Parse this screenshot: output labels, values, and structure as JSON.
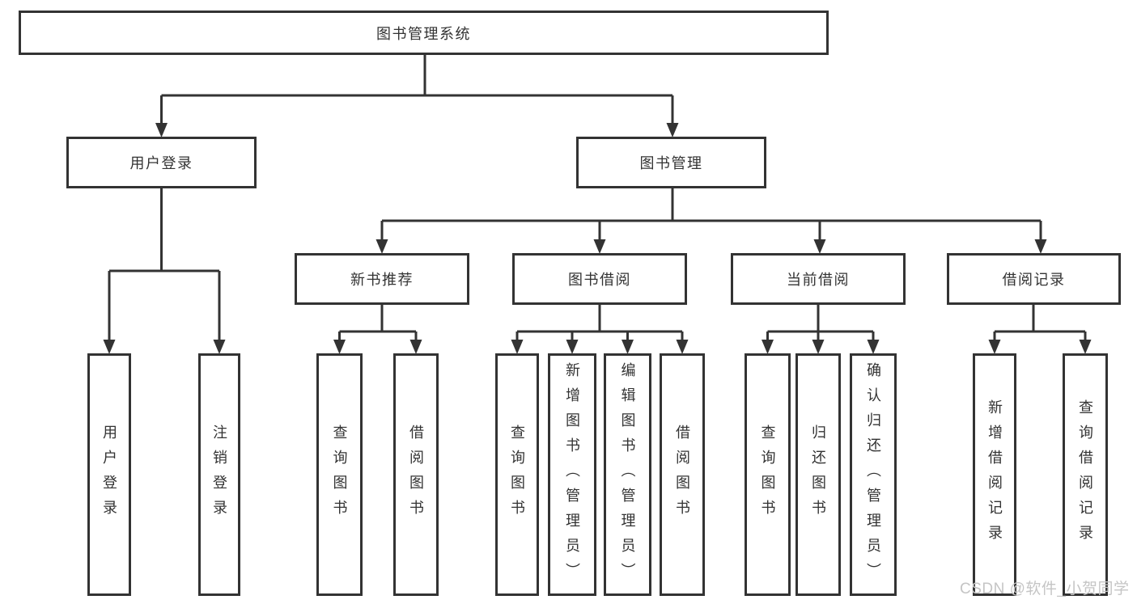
{
  "diagram": {
    "title": "图书管理系统",
    "root": {
      "label": "图书管理系统"
    },
    "level2": [
      {
        "label": "用户登录"
      },
      {
        "label": "图书管理"
      }
    ],
    "level3": [
      {
        "label": "新书推荐"
      },
      {
        "label": "图书借阅"
      },
      {
        "label": "当前借阅"
      },
      {
        "label": "借阅记录"
      }
    ],
    "leaves": [
      {
        "label": "用户登录",
        "parent": "用户登录"
      },
      {
        "label": "注销登录",
        "parent": "用户登录"
      },
      {
        "label": "查询图书",
        "parent": "新书推荐"
      },
      {
        "label": "借阅图书",
        "parent": "新书推荐"
      },
      {
        "label": "查询图书",
        "parent": "图书借阅"
      },
      {
        "label": "新增图书（管理员）",
        "parent": "图书借阅"
      },
      {
        "label": "编辑图书（管理员）",
        "parent": "图书借阅"
      },
      {
        "label": "借阅图书",
        "parent": "图书借阅"
      },
      {
        "label": "查询图书",
        "parent": "当前借阅"
      },
      {
        "label": "归还图书",
        "parent": "当前借阅"
      },
      {
        "label": "确认归还（管理员）",
        "parent": "当前借阅"
      },
      {
        "label": "新增借阅记录",
        "parent": "借阅记录"
      },
      {
        "label": "查询借阅记录",
        "parent": "借阅记录"
      }
    ],
    "watermark": "CSDN @软件_小贺同学",
    "colors": {
      "line": "#333333",
      "box_border": "#333333",
      "box_fill": "#ffffff",
      "text": "#333333",
      "watermark": "#c5c5c5",
      "background": "#ffffff"
    }
  }
}
